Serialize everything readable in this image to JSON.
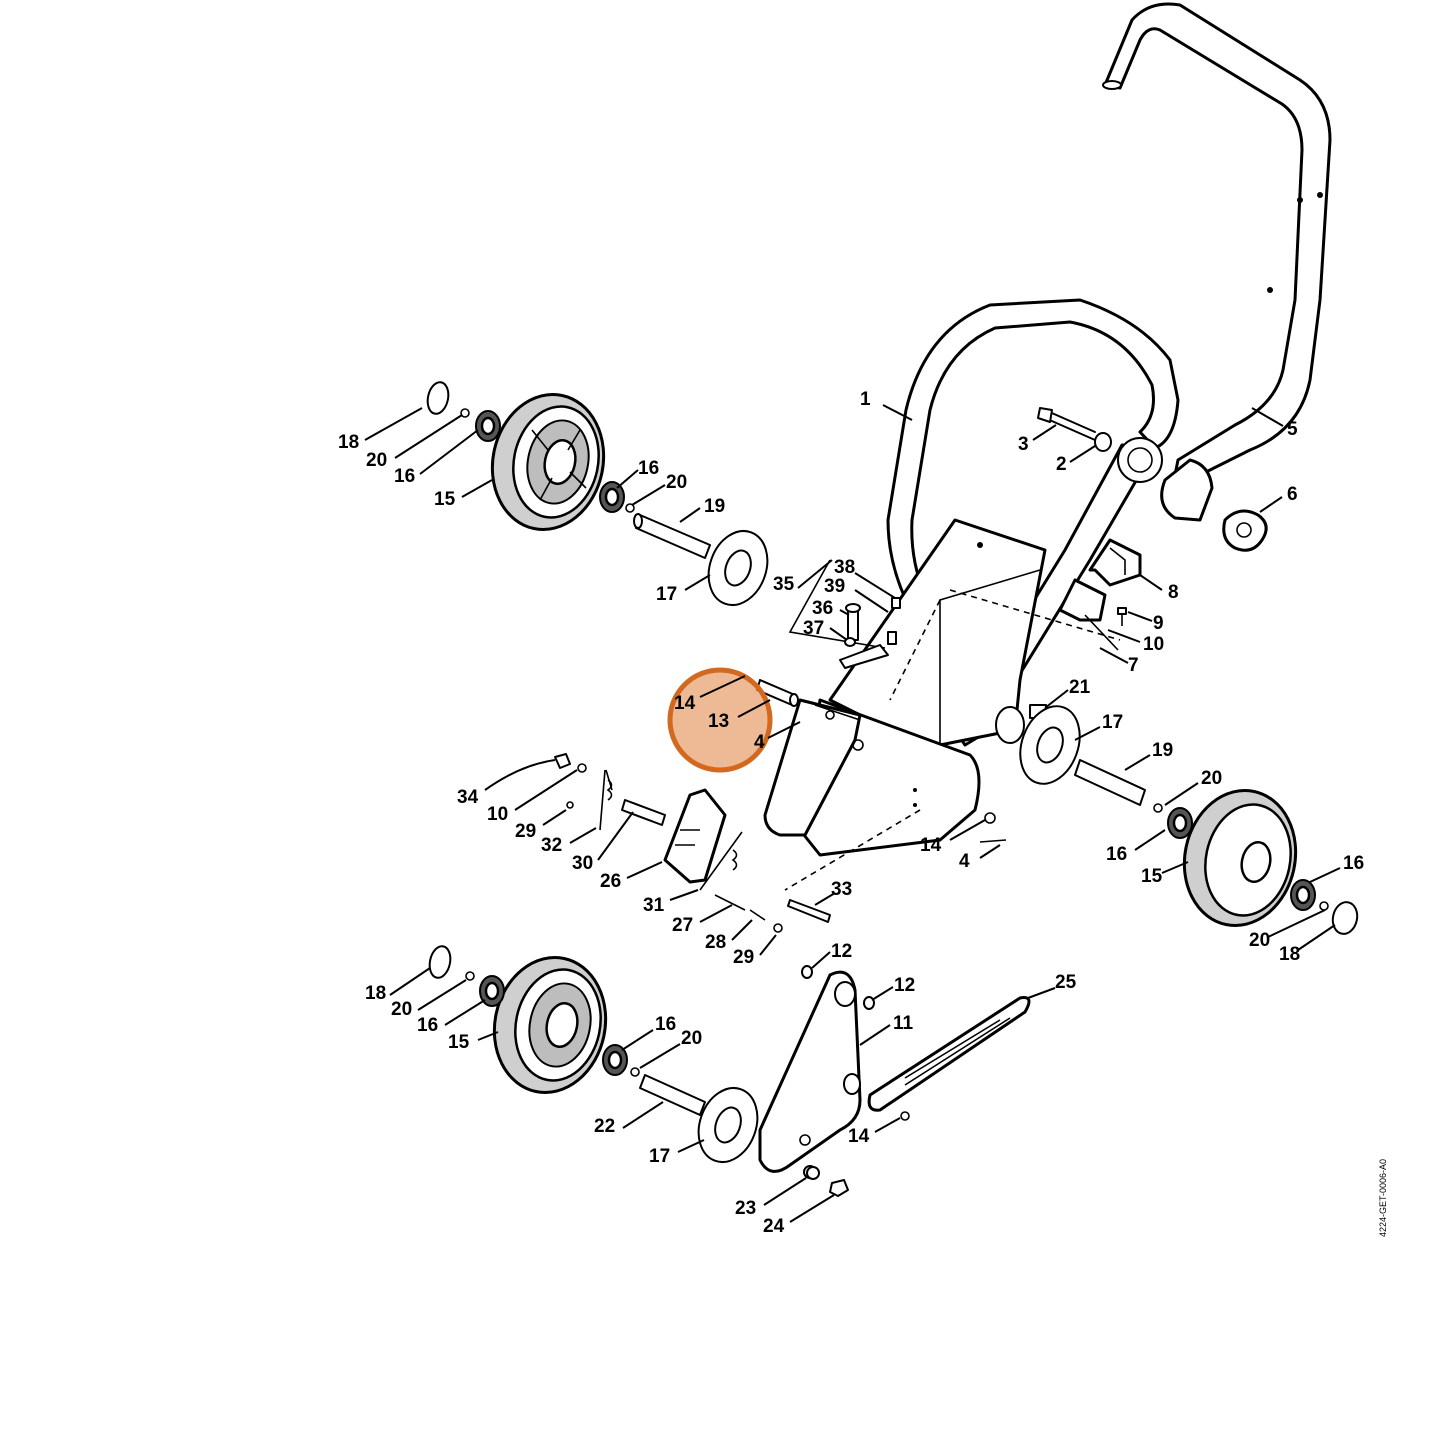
{
  "doc_code": "4224-GET-0006-A0",
  "highlight": {
    "color": "#d2691e",
    "fill": "rgba(226,140,80,0.6)"
  },
  "labels": {
    "l1": "1",
    "l2": "2",
    "l3": "3",
    "l4a": "4",
    "l4b": "4",
    "l5": "5",
    "l6": "6",
    "l7": "7",
    "l8": "8",
    "l9": "9",
    "l10a": "10",
    "l10b": "10",
    "l11": "11",
    "l12a": "12",
    "l12b": "12",
    "l13": "13",
    "l14a": "14",
    "l14b": "14",
    "l14c": "14",
    "l15a": "15",
    "l15b": "15",
    "l15c": "15",
    "l16a": "16",
    "l16b": "16",
    "l16c": "16",
    "l16d": "16",
    "l16e": "16",
    "l16f": "16",
    "l17a": "17",
    "l17b": "17",
    "l17c": "17",
    "l18a": "18",
    "l18b": "18",
    "l18c": "18",
    "l19a": "19",
    "l19b": "19",
    "l20a": "20",
    "l20b": "20",
    "l20c": "20",
    "l20d": "20",
    "l20e": "20",
    "l20f": "20",
    "l21": "21",
    "l22": "22",
    "l23": "23",
    "l24": "24",
    "l25": "25",
    "l26": "26",
    "l27": "27",
    "l28": "28",
    "l29a": "29",
    "l29b": "29",
    "l30": "30",
    "l31": "31",
    "l32": "32",
    "l33": "33",
    "l34": "34",
    "l35": "35",
    "l36": "36",
    "l37": "37",
    "l38": "38",
    "l39": "39"
  }
}
